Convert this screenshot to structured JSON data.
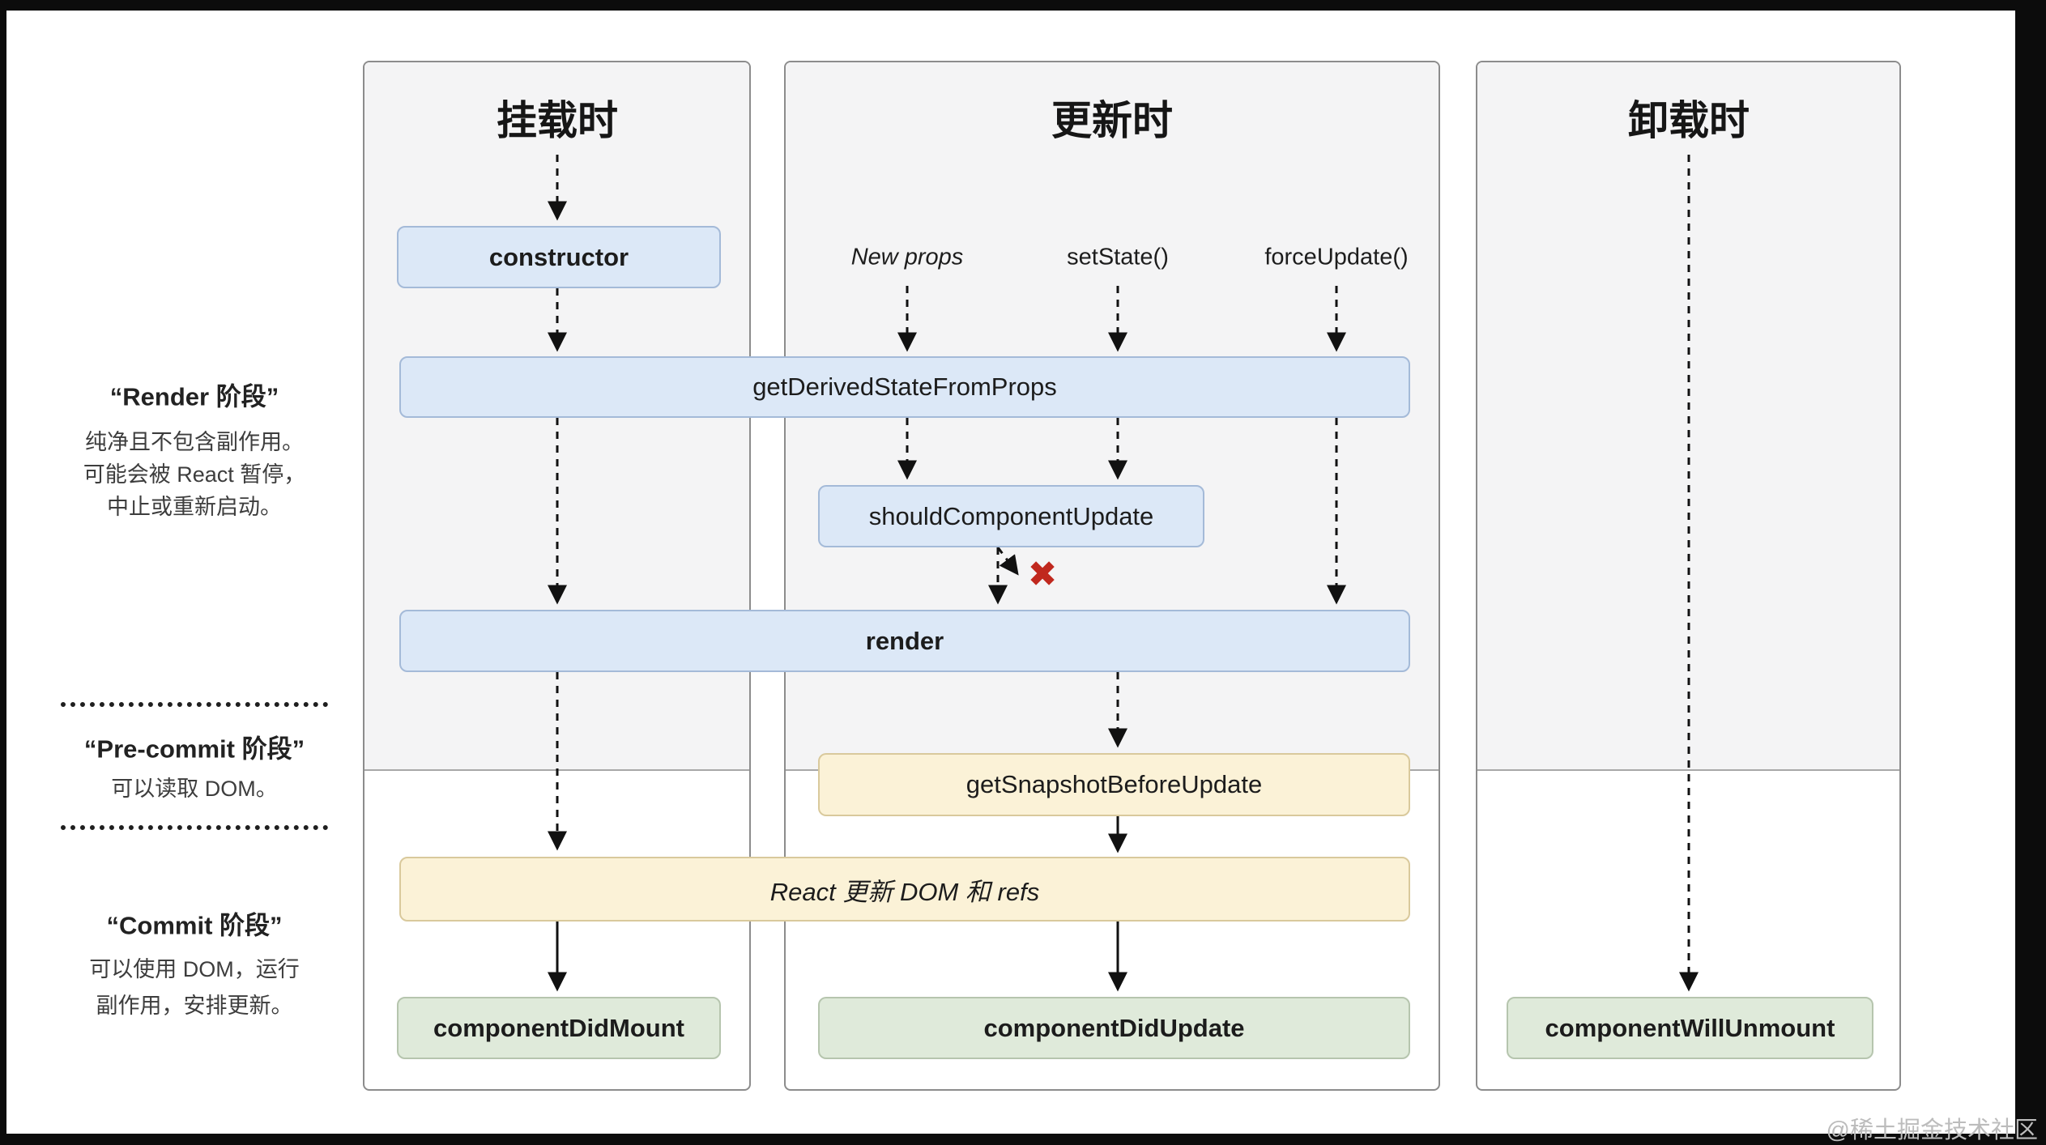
{
  "columns": {
    "mounting": {
      "title": "挂载时"
    },
    "updating": {
      "title": "更新时",
      "triggers": [
        "New props",
        "setState()",
        "forceUpdate()"
      ]
    },
    "unmounting": {
      "title": "卸载时"
    }
  },
  "phases": {
    "render": {
      "title": "“Render 阶段”",
      "desc": [
        "纯净且不包含副作用。",
        "可能会被 React 暂停，",
        "中止或重新启动。"
      ]
    },
    "pre_commit": {
      "title": "“Pre-commit 阶段”",
      "desc": [
        "可以读取 DOM。"
      ]
    },
    "commit": {
      "title": "“Commit 阶段”",
      "desc": [
        "可以使用 DOM，运行",
        "副作用，安排更新。"
      ]
    }
  },
  "nodes": {
    "constructor": "constructor",
    "get_derived": "getDerivedStateFromProps",
    "should_update": "shouldComponentUpdate",
    "render": "render",
    "get_snapshot": "getSnapshotBeforeUpdate",
    "react_updates": "React 更新 DOM 和 refs",
    "did_mount": "componentDidMount",
    "did_update": "componentDidUpdate",
    "will_unmount": "componentWillUnmount"
  },
  "icons": {
    "update_stopped_x": "✖"
  },
  "watermark": "@稀土掘金技术社区",
  "colors": {
    "render_phase_box_fill": "#dce8f7",
    "render_phase_box_border": "#a4bad8",
    "pre_commit_box_fill": "#fbf2d7",
    "pre_commit_box_border": "#d9c99c",
    "commit_box_fill": "#dfeada",
    "commit_box_border": "#b6c5ae",
    "panel_band_fill": "#f4f4f5",
    "stop_x_red": "#c0281e"
  }
}
